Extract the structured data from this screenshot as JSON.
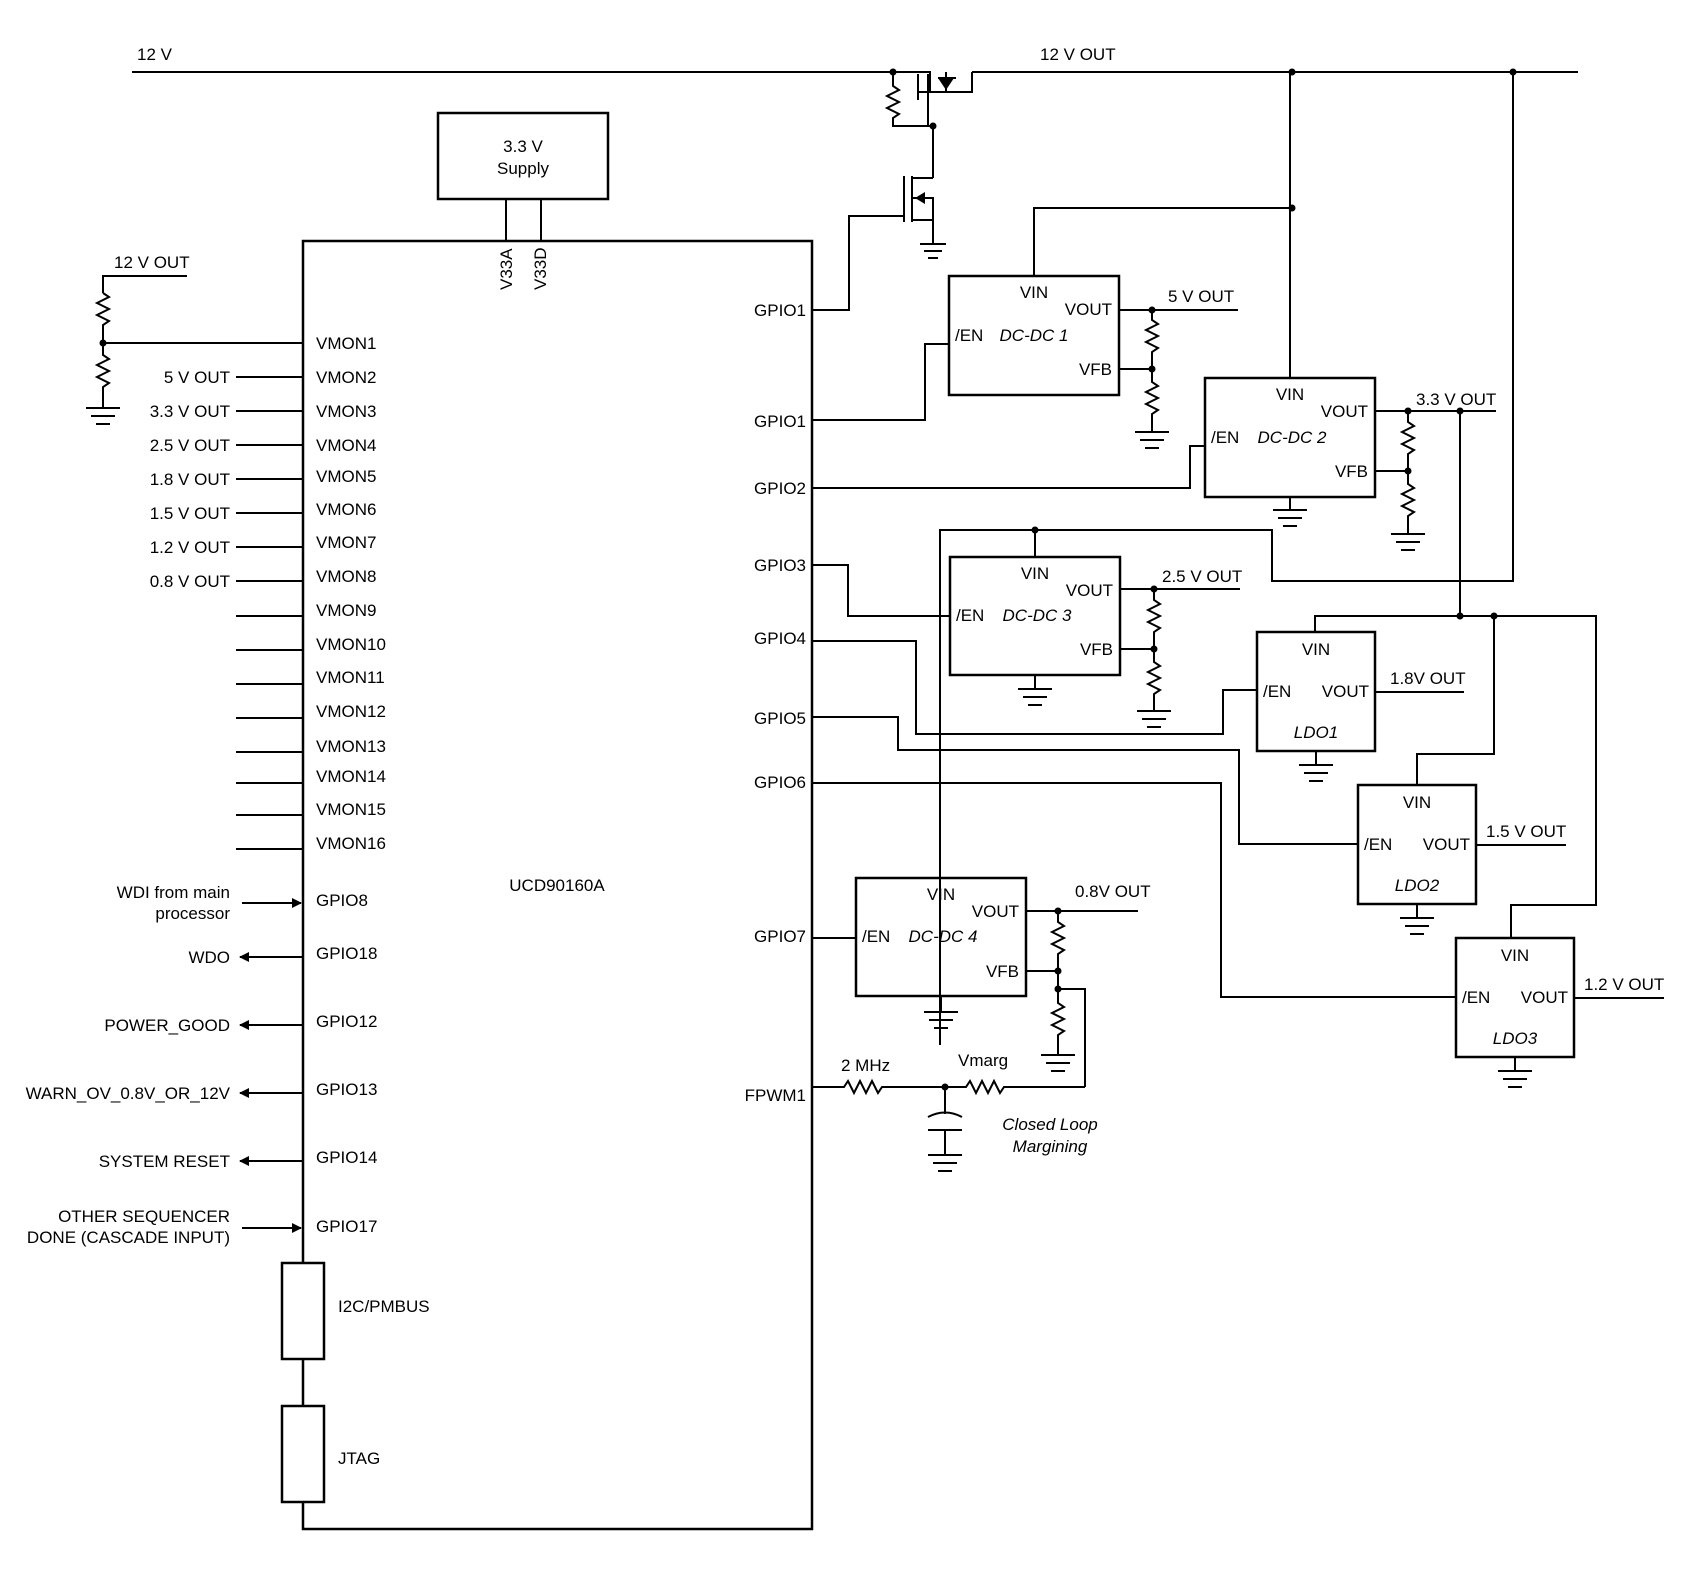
{
  "rails": {
    "in": "12 V",
    "out": "12 V OUT",
    "vmon1_src": "12 V OUT"
  },
  "supply": {
    "line1": "3.3 V",
    "line2": "Supply"
  },
  "chip": {
    "name": "UCD90160A",
    "v33a": "V33A",
    "v33d": "V33D"
  },
  "vmon_pins": [
    "VMON1",
    "VMON2",
    "VMON3",
    "VMON4",
    "VMON5",
    "VMON6",
    "VMON7",
    "VMON8",
    "VMON9",
    "VMON10",
    "VMON11",
    "VMON12",
    "VMON13",
    "VMON14",
    "VMON15",
    "VMON16"
  ],
  "vmon_inputs": [
    "5 V OUT",
    "3.3 V OUT",
    "2.5 V OUT",
    "1.8 V OUT",
    "1.5 V OUT",
    "1.2 V OUT",
    "0.8 V OUT"
  ],
  "left_gpio": [
    {
      "pin": "GPIO8",
      "signal": "WDI from main",
      "signal2": "processor",
      "dir": "in"
    },
    {
      "pin": "GPIO18",
      "signal": "WDO",
      "dir": "out"
    },
    {
      "pin": "GPIO12",
      "signal": "POWER_GOOD",
      "dir": "out"
    },
    {
      "pin": "GPIO13",
      "signal": "WARN_OV_0.8V_OR_12V",
      "dir": "out"
    },
    {
      "pin": "GPIO14",
      "signal": "SYSTEM RESET",
      "dir": "out"
    },
    {
      "pin": "GPIO17",
      "signal": "OTHER SEQUENCER",
      "signal2": "DONE (CASCADE INPUT)",
      "dir": "in"
    }
  ],
  "interfaces": [
    "I2C/PMBUS",
    "JTAG"
  ],
  "right_pins": [
    "GPIO1",
    "GPIO1",
    "GPIO2",
    "GPIO3",
    "GPIO4",
    "GPIO5",
    "GPIO6",
    "GPIO7",
    "FPWM1"
  ],
  "converters": [
    {
      "name": "DC-DC 1",
      "vin": "VIN",
      "vout": "VOUT",
      "en": "/EN",
      "vfb": "VFB",
      "output": "5 V OUT"
    },
    {
      "name": "DC-DC 2",
      "vin": "VIN",
      "vout": "VOUT",
      "en": "/EN",
      "vfb": "VFB",
      "output": "3.3 V OUT"
    },
    {
      "name": "DC-DC 3",
      "vin": "VIN",
      "vout": "VOUT",
      "en": "/EN",
      "vfb": "VFB",
      "output": "2.5 V OUT"
    },
    {
      "name": "DC-DC 4",
      "vin": "VIN",
      "vout": "VOUT",
      "en": "/EN",
      "vfb": "VFB",
      "output": "0.8V OUT"
    },
    {
      "name": "LDO1",
      "vin": "VIN",
      "vout": "VOUT",
      "en": "/EN",
      "output": "1.8V OUT"
    },
    {
      "name": "LDO2",
      "vin": "VIN",
      "vout": "VOUT",
      "en": "/EN",
      "output": "1.5 V OUT"
    },
    {
      "name": "LDO3",
      "vin": "VIN",
      "vout": "VOUT",
      "en": "/EN",
      "output": "1.2 V OUT"
    }
  ],
  "margining": {
    "freq": "2 MHz",
    "vmarg": "Vmarg",
    "caption1": "Closed Loop",
    "caption2": "Margining"
  }
}
